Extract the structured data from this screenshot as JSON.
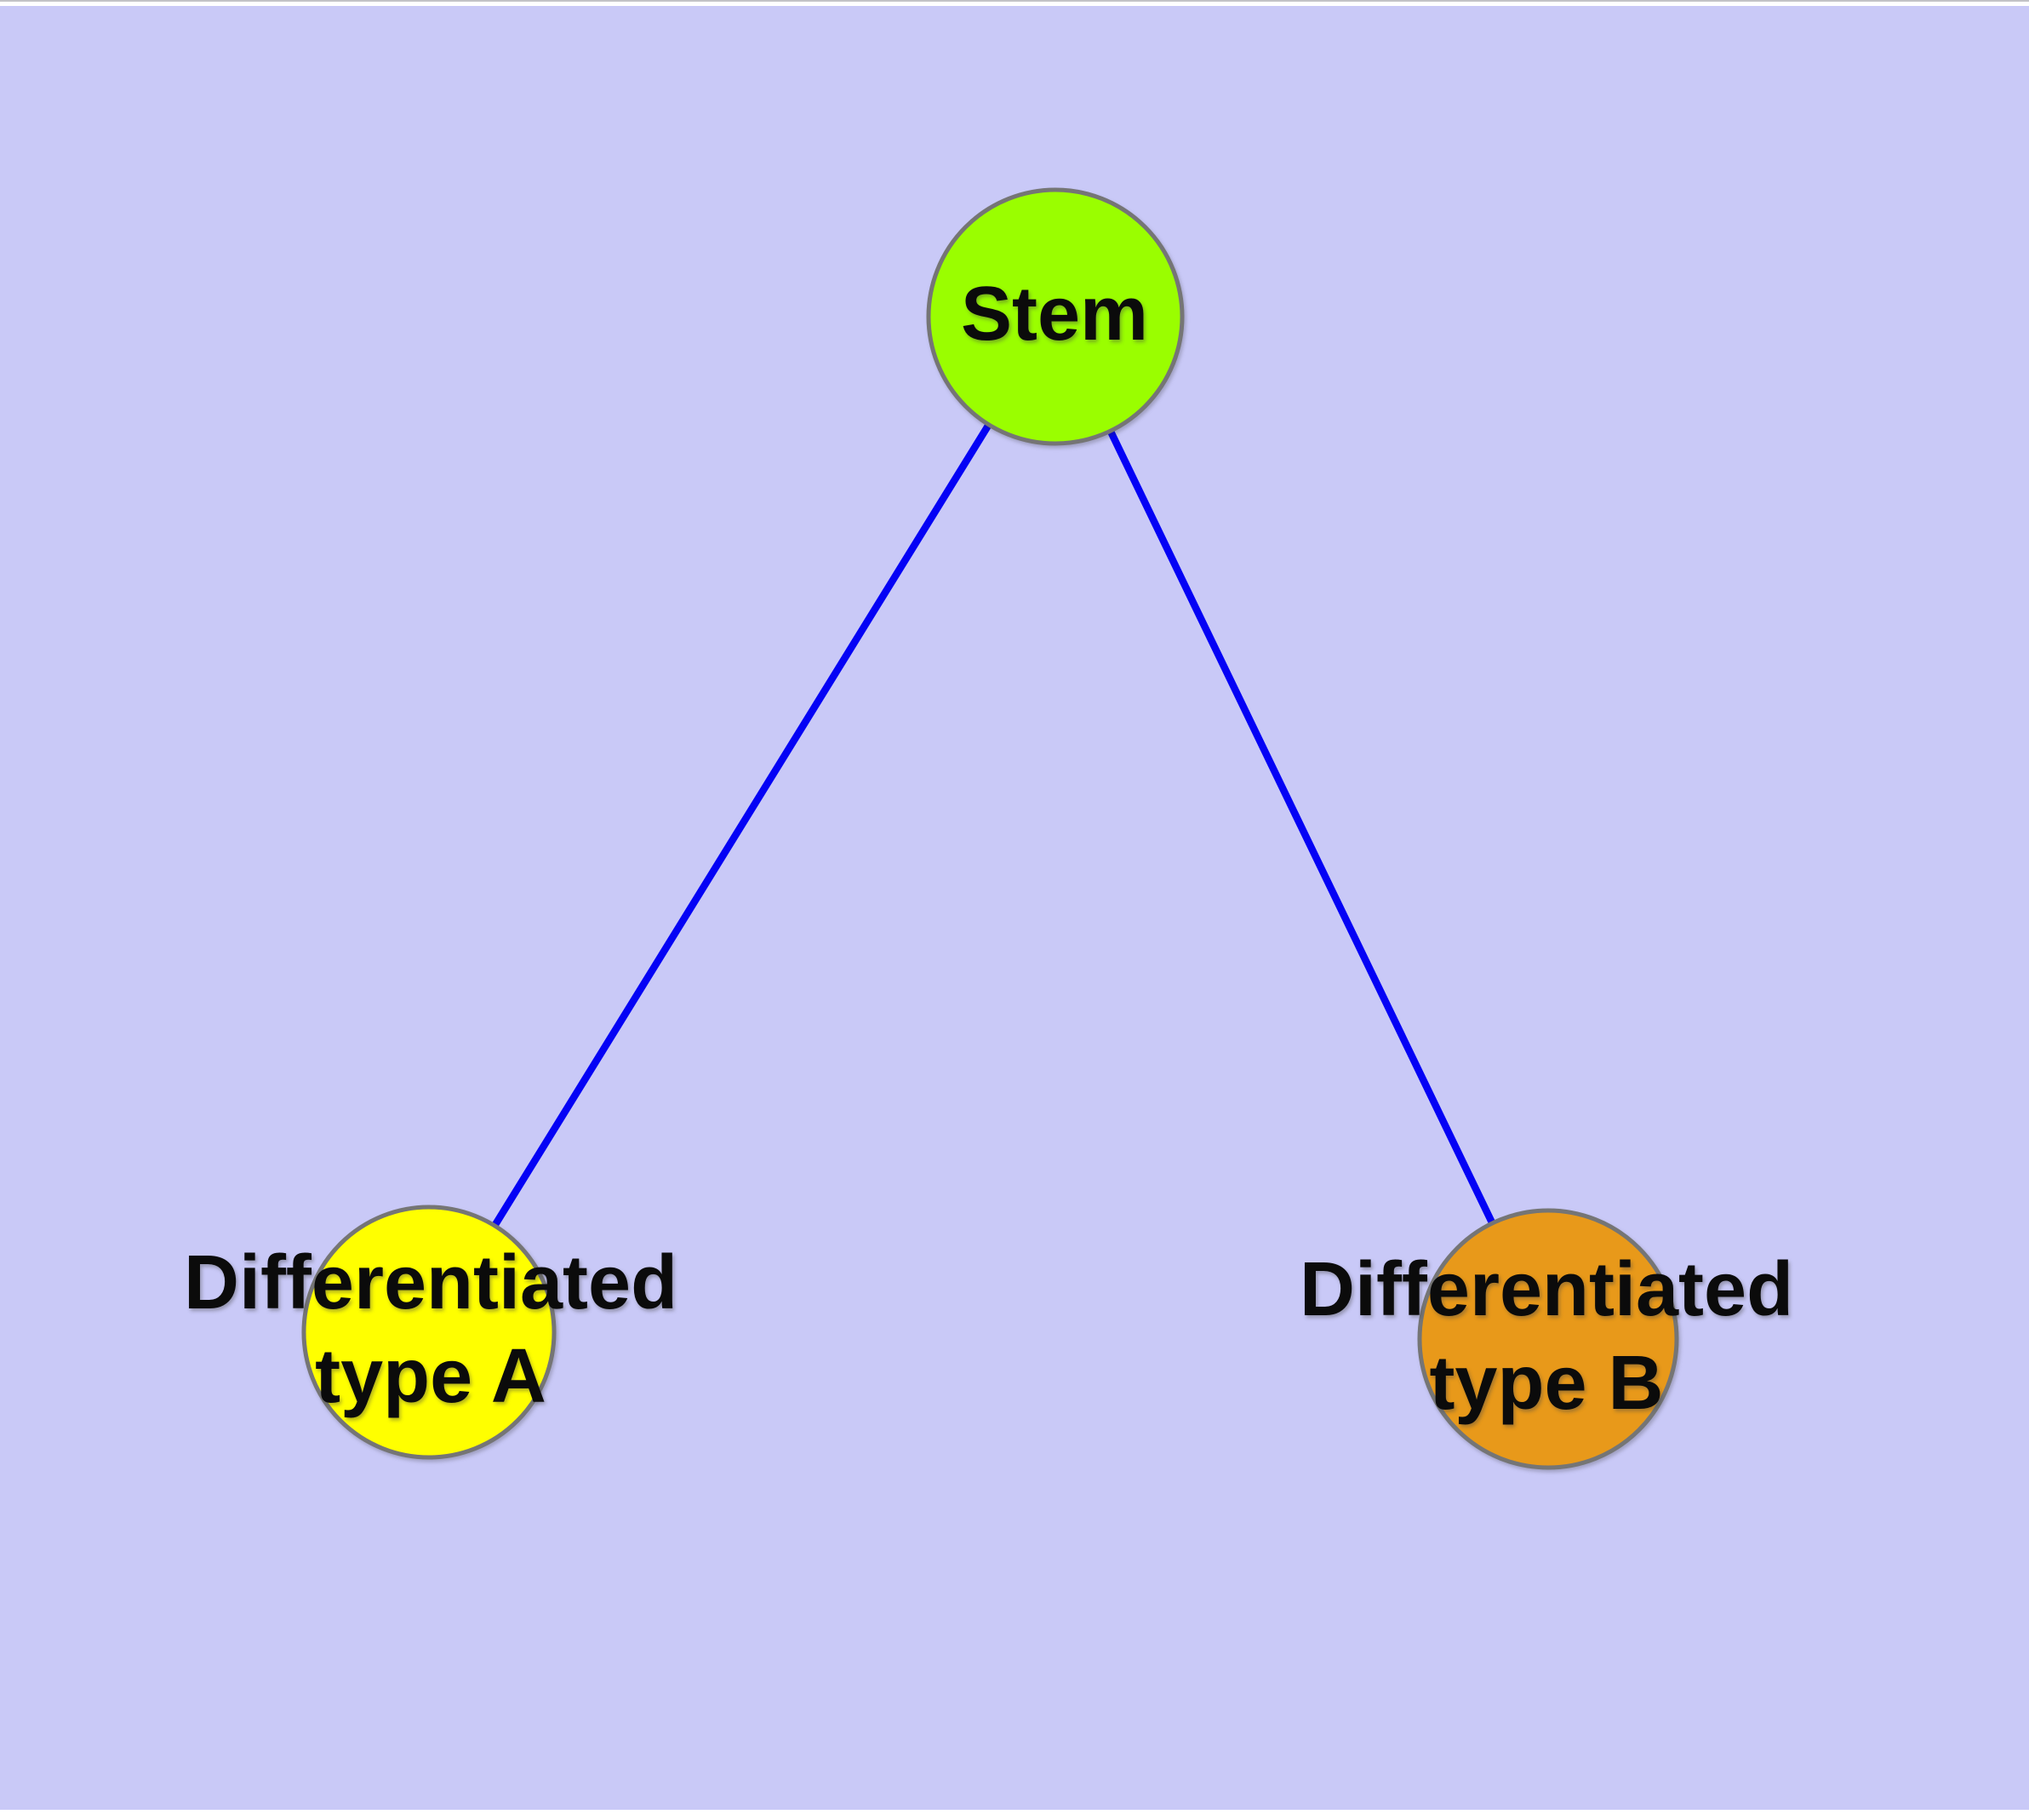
{
  "style": {
    "page_color": "#ffffff",
    "panel_color": "#c9c9f7",
    "edge_color": "#0402f5",
    "node_border_color": "#757575",
    "label_color": "#0b0b0b"
  },
  "nodes": [
    {
      "id": "stem",
      "label": "Stem",
      "color": "#9afe00"
    },
    {
      "id": "type-a",
      "label": "Differentiated\ntype A",
      "color": "#ffff00"
    },
    {
      "id": "type-b",
      "label": "Differentiated\ntype B",
      "color": "#e8991a"
    }
  ],
  "edges": [
    {
      "from": "Stem",
      "to": "Differentiated type A"
    },
    {
      "from": "Stem",
      "to": "Differentiated type B"
    }
  ]
}
